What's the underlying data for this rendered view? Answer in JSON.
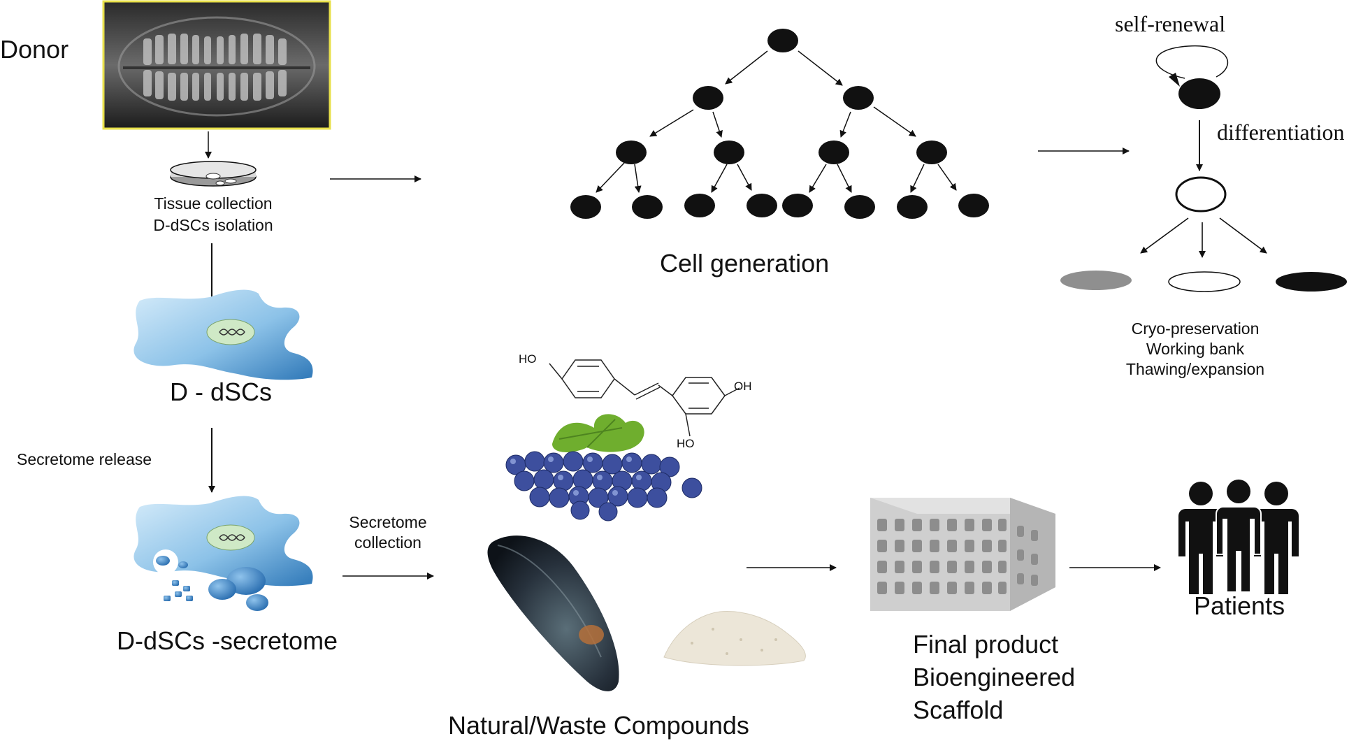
{
  "labels": {
    "donor": "Donor",
    "tissue_collection": "Tissue collection",
    "isolation": "D-dSCs isolation",
    "ddscs": "D - dSCs",
    "secretome_release": "Secretome release",
    "ddscs_secretome": "D-dSCs -secretome",
    "secretome_collection_1": "Secretome",
    "secretome_collection_2": "collection",
    "cell_generation": "Cell generation",
    "self_renewal": "self-renewal",
    "differentiation": "differentiation",
    "cryo": "Cryo-preservation",
    "working_bank": "Working bank",
    "thawing": "Thawing/expansion",
    "natural_waste": "Natural/Waste Compounds",
    "final_product": "Final product",
    "bioengineered": "Bioengineered",
    "scaffold": "Scaffold",
    "patients": "Patients",
    "ho_top": "HO",
    "oh_right": "OH",
    "ho_bottom": "HO"
  },
  "colors": {
    "line": "#111111",
    "cell_blue_light": "#a9d3ef",
    "cell_blue_dark": "#2f78b8",
    "nucleus": "#cfe9c6",
    "xray_border": "#e8e04a",
    "grape": "#3d4f9e",
    "leaf": "#6fae2e",
    "gray_ellipse": "#8f8f8f",
    "scaffold": "#cfcfcf",
    "mussel": "#262f3a",
    "powder": "#ece6d8"
  },
  "icons": [
    "xray-image",
    "petri-dish-icon",
    "dna-icon",
    "grapes-image",
    "mussel-image",
    "powder-image",
    "scaffold-image",
    "people-icon",
    "resveratrol-structure"
  ]
}
